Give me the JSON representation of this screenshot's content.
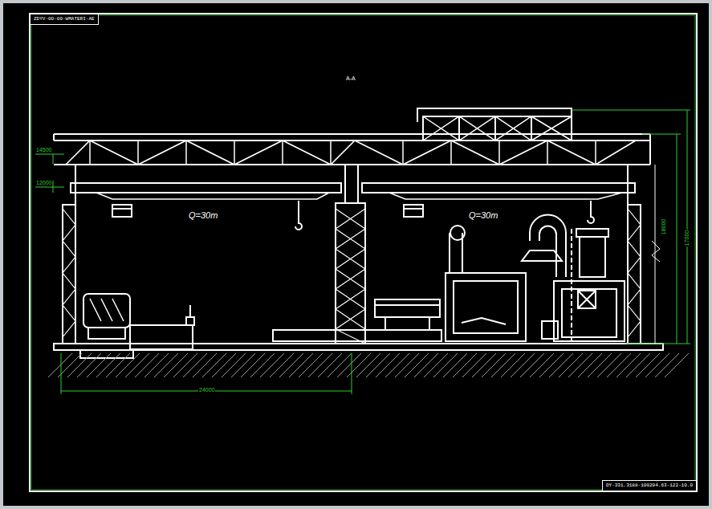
{
  "diagram": {
    "nodes": [
      {
        "text": [
          "ZDYV-00-00-WMATERI-AE"
        ]
      },
      {
        "text": [
          "DY-331.3188-100204.63-122-10.0"
        ]
      }
    ],
    "labels": [
      "A-A",
      "14500",
      "12000",
      "Q=30m",
      "Q=30m",
      "18000",
      "17000",
      "24000"
    ]
  }
}
